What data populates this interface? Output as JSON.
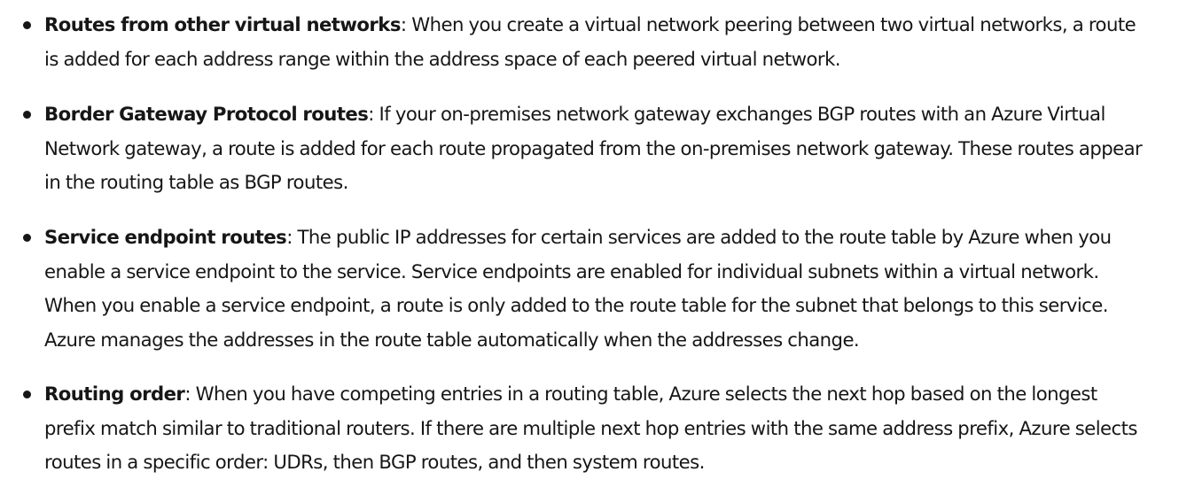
{
  "items": [
    {
      "term": "Routes from other virtual networks",
      "text": ": When you create a virtual network peering between two virtual networks, a route is added for each address range within the address space of each peered virtual network."
    },
    {
      "term": "Border Gateway Protocol routes",
      "text": ": If your on-premises network gateway exchanges BGP routes with an Azure Virtual Network gateway, a route is added for each route propagated from the on-premises network gateway. These routes appear in the routing table as BGP routes."
    },
    {
      "term": "Service endpoint routes",
      "text": ": The public IP addresses for certain services are added to the route table by Azure when you enable a service endpoint to the service. Service endpoints are enabled for individual subnets within a virtual network. When you enable a service endpoint, a route is only added to the route table for the subnet that belongs to this service. Azure manages the addresses in the route table automatically when the addresses change."
    },
    {
      "term": "Routing order",
      "text": ": When you have competing entries in a routing table, Azure selects the next hop based on the longest prefix match similar to traditional routers. If there are multiple next hop entries with the same address prefix, Azure selects routes in a specific order: UDRs, then BGP routes, and then system routes."
    }
  ]
}
